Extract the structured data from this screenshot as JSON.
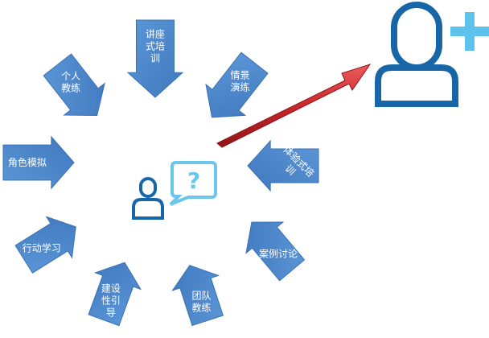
{
  "colors": {
    "arrow_fill": "#4a86cc",
    "arrow_stroke": "#3a72b4",
    "icon_blue": "#1666a8",
    "bubble_blue": "#6cc6ec",
    "plus_blue": "#5dc3ec",
    "red_arrow": "#c8282c"
  },
  "methods": [
    {
      "id": "lecture",
      "lines": [
        "讲座",
        "式培",
        "训"
      ]
    },
    {
      "id": "scenario",
      "lines": [
        "情景",
        "演练"
      ]
    },
    {
      "id": "experiential",
      "lines": [
        "体验式培",
        "训"
      ]
    },
    {
      "id": "case",
      "lines": [
        "案例讨论"
      ]
    },
    {
      "id": "team",
      "lines": [
        "团队",
        "教练"
      ]
    },
    {
      "id": "constructive",
      "lines": [
        "建设",
        "性引",
        "导"
      ]
    },
    {
      "id": "action",
      "lines": [
        "行动学习"
      ]
    },
    {
      "id": "role",
      "lines": [
        "角色模拟"
      ]
    },
    {
      "id": "personal",
      "lines": [
        "个人",
        "教练"
      ]
    }
  ],
  "center_icon": {
    "person": "person-outline-icon",
    "bubble": "question-bubble-icon",
    "bubble_text": "?"
  },
  "result_icon": {
    "person": "person-outline-icon",
    "badge": "plus-icon"
  }
}
